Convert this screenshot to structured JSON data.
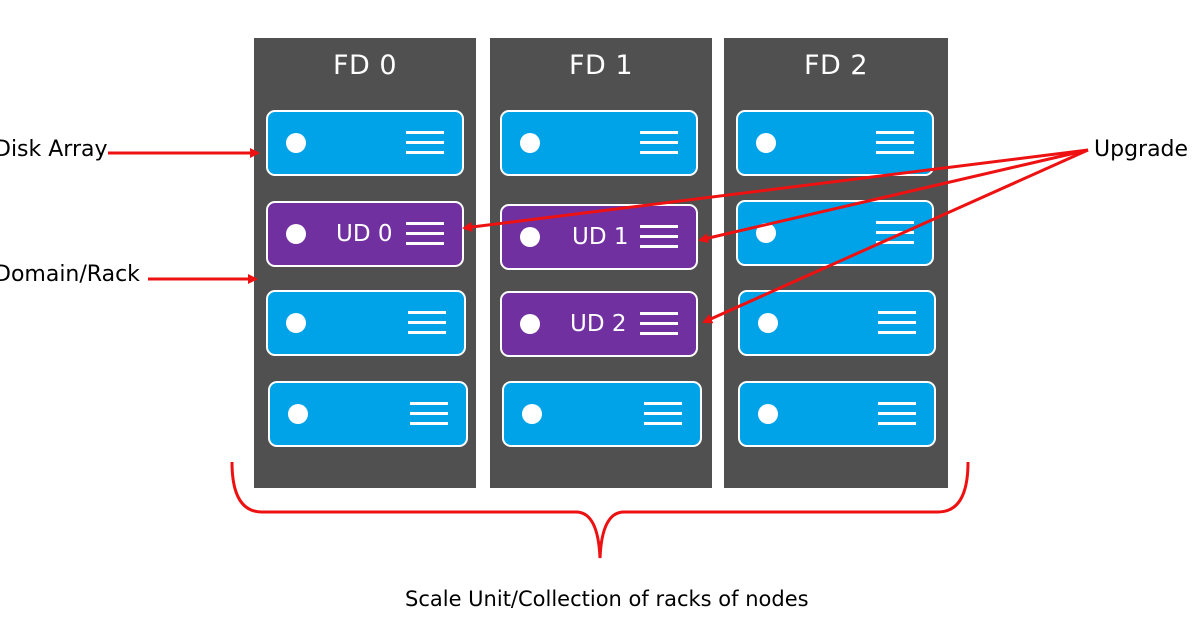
{
  "labels": {
    "disk_array": "Disk Array",
    "domain_rack": "Domain/Rack",
    "upgrade": "Upgrade",
    "scale_unit": "Scale Unit/Collection of racks of nodes"
  },
  "racks": [
    {
      "title": "FD 0"
    },
    {
      "title": "FD 1"
    },
    {
      "title": "FD 2"
    }
  ],
  "upgrade_domains": [
    "UD 0",
    "UD 1",
    "UD 2"
  ],
  "colors": {
    "rack": "#505050",
    "node": "#00a2e8",
    "upgrade_domain": "#7030a0",
    "arrow": "#ee1111"
  }
}
